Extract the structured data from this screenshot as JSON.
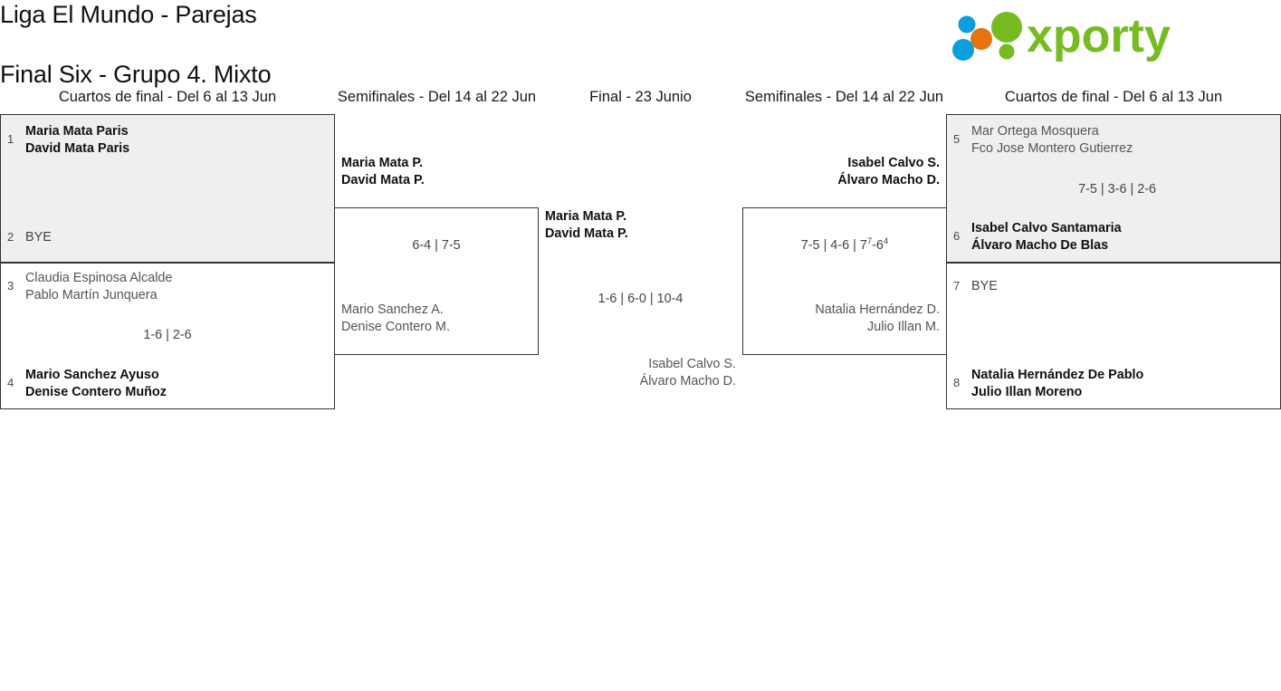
{
  "header": {
    "title_line1": "Liga El Mundo - Parejas",
    "title_line2": "Final Six - Grupo 4. Mixto",
    "logo_text": "xporty"
  },
  "rounds": [
    {
      "id": "qf-left",
      "label": "Cuartos de final - Del 6 al 13 Jun"
    },
    {
      "id": "sf-left",
      "label": "Semifinales - Del 14 al 22 Jun"
    },
    {
      "id": "final",
      "label": "Final - 23 Junio"
    },
    {
      "id": "sf-right",
      "label": "Semifinales - Del 14 al 22 Jun"
    },
    {
      "id": "qf-right",
      "label": "Cuartos de final - Del 6 al 13 Jun"
    }
  ],
  "matches": {
    "qf1": {
      "top": {
        "seed": "1",
        "line1": "Maria Mata Paris",
        "line2": "David Mata Paris",
        "result": "winner"
      },
      "bottom": {
        "seed": "2",
        "line1": "BYE",
        "line2": "",
        "result": "bye"
      },
      "score": ""
    },
    "qf2": {
      "top": {
        "seed": "3",
        "line1": "Claudia Espinosa Alcalde",
        "line2": "Pablo Martín Junquera",
        "result": "loser"
      },
      "bottom": {
        "seed": "4",
        "line1": "Mario Sanchez Ayuso",
        "line2": "Denise Contero Muñoz",
        "result": "winner"
      },
      "score": "1-6 | 2-6"
    },
    "qf3": {
      "top": {
        "seed": "5",
        "line1": "Mar Ortega Mosquera",
        "line2": "Fco Jose Montero Gutierrez",
        "result": "loser"
      },
      "bottom": {
        "seed": "6",
        "line1": "Isabel Calvo Santamaria",
        "line2": "Álvaro Macho De Blas",
        "result": "winner"
      },
      "score": "7-5 | 3-6 | 2-6"
    },
    "qf4": {
      "top": {
        "seed": "7",
        "line1": "BYE",
        "line2": "",
        "result": "bye"
      },
      "bottom": {
        "seed": "8",
        "line1": "Natalia Hernández De Pablo",
        "line2": "Julio Illan Moreno",
        "result": "winner"
      },
      "score": ""
    },
    "sf_left": {
      "top": {
        "line1": "Maria Mata P.",
        "line2": "David Mata P.",
        "result": "winner"
      },
      "bottom": {
        "line1": "Mario Sanchez A.",
        "line2": "Denise Contero M.",
        "result": "loser"
      },
      "score": "6-4 | 7-5"
    },
    "sf_right": {
      "top": {
        "line1": "Isabel Calvo S.",
        "line2": "Álvaro Macho D.",
        "result": "winner"
      },
      "bottom": {
        "line1": "Natalia Hernández D.",
        "line2": "Julio Illan M.",
        "result": "loser"
      },
      "score_part1": "7-5 | 4-6 | 7",
      "score_sup1": "7",
      "score_part2": "-6",
      "score_sup2": "4"
    },
    "final": {
      "top": {
        "line1": "Maria Mata P.",
        "line2": "David Mata P.",
        "result": "winner"
      },
      "bottom": {
        "line1": "Isabel Calvo S.",
        "line2": "Álvaro Macho D.",
        "result": "loser"
      },
      "score": "1-6 | 6-0 | 10-4"
    }
  },
  "colors": {
    "shaded_box": "#efefef",
    "border": "#333333",
    "winner_text": "#111111",
    "loser_text": "#555555",
    "logo_green": "#76bc21",
    "logo_blue": "#0a9fdc",
    "logo_orange": "#e8720c"
  }
}
